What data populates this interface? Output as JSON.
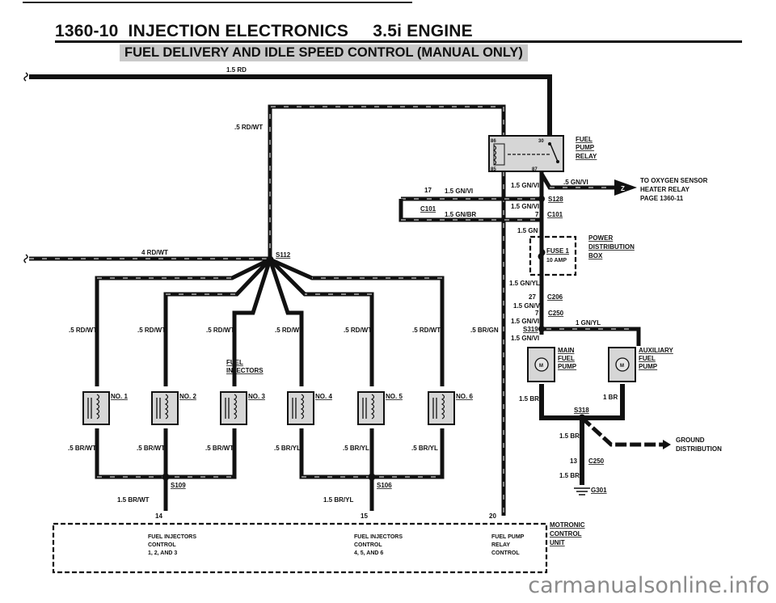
{
  "header": {
    "section": "1360-10",
    "title": "INJECTION ELECTRONICS",
    "engine": "3.5i ENGINE",
    "subtitle": "FUEL DELIVERY AND IDLE SPEED CONTROL (MANUAL ONLY)"
  },
  "wires": {
    "main_feed": "1.5 RD",
    "relay_feed": ".5 RD/WT",
    "splice_feed": "4 RD/WT",
    "injector_feeds": [
      ".5 RD/WT",
      ".5 RD/WT",
      ".5 RD/WT",
      ".5 RD/WT",
      ".5 RD/WT",
      ".5 RD/WT"
    ],
    "relay_control": ".5 BR/GN",
    "injector_grounds": [
      ".5 BR/WT",
      ".5 BR/WT",
      ".5 BR/WT",
      ".5 BR/YL",
      ".5 BR/YL",
      ".5 BR/YL"
    ],
    "group1_ground": "1.5 BR/WT",
    "group2_ground": "1.5 BR/YL",
    "relay_out_a": "1.5 GN/VI",
    "relay_out_b": ".5 GN/VI",
    "c101_line": "1.5 GN/VI",
    "c101_return": "1.5 GN/BR",
    "s128_down": "1.5 GN/VI",
    "to_fuse": "1.5 GN",
    "fuse_out": "1.5 GN/YL",
    "c206_out": "1.5 GN/VI",
    "c250_out": "1.5 GN/VI",
    "s319_down": "1.5 GN/VI",
    "aux_feed": "1 GN/YL",
    "main_pump_ground": "1.5 BR",
    "aux_pump_ground": "1 BR",
    "s318_down": "1.5 BR",
    "c250_ground": "1.5 BR"
  },
  "components": {
    "relay": {
      "lines": [
        "FUEL",
        "PUMP",
        "RELAY"
      ],
      "pins": [
        "86",
        "30",
        "85",
        "87"
      ]
    },
    "fuse": {
      "name": "FUSE 1",
      "rating": "10 AMP"
    },
    "power_box": {
      "lines": [
        "POWER",
        "DISTRIBUTION",
        "BOX"
      ]
    },
    "main_pump": {
      "lines": [
        "MAIN",
        "FUEL",
        "PUMP"
      ],
      "motor": "M"
    },
    "aux_pump": {
      "lines": [
        "AUXILIARY",
        "FUEL",
        "PUMP"
      ],
      "motor": "M"
    },
    "injectors_label": [
      "FUEL",
      "INJECTORS"
    ],
    "injectors": [
      "NO. 1",
      "NO. 2",
      "NO. 3",
      "NO. 4",
      "NO. 5",
      "NO. 6"
    ],
    "ecu": {
      "lines": [
        "MOTRONIC",
        "CONTROL",
        "UNIT"
      ],
      "blocks": [
        {
          "pin": "14",
          "lines": [
            "FUEL INJECTORS",
            "CONTROL",
            "1, 2, AND 3"
          ]
        },
        {
          "pin": "15",
          "lines": [
            "FUEL INJECTORS",
            "CONTROL",
            "4, 5, AND 6"
          ]
        },
        {
          "pin": "20",
          "lines": [
            "FUEL PUMP",
            "RELAY",
            "CONTROL"
          ]
        }
      ]
    }
  },
  "connectors": {
    "s112": "S112",
    "s109": "S109",
    "s106": "S106",
    "s128": "S128",
    "c101": "C101",
    "c101_pin_left": "17",
    "c101_pin_right": "7",
    "c206": "C206",
    "c206_pin": "27",
    "c250": "C250",
    "c250_pin_top": "7",
    "c250_pin_ground": "13",
    "s319": "S319",
    "s318": "S318",
    "g301": "G301",
    "ground_distribution": [
      "GROUND",
      "DISTRIBUTION"
    ],
    "oxygen_ref": [
      "TO OXYGEN SENSOR",
      "HEATER RELAY",
      "PAGE 1360-11"
    ],
    "oxygen_ref_symbol": "Z"
  },
  "watermark": "carmanualsonline.info"
}
